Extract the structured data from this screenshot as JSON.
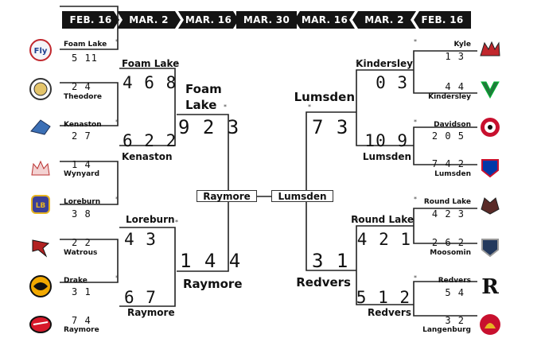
{
  "round_dates": [
    "FEB. 16",
    "MAR. 2",
    "MAR. 16",
    "MAR. 30",
    "MAR. 16",
    "MAR. 2",
    "FEB. 16"
  ],
  "round1": {
    "left": [
      {
        "team": "Foam Lake",
        "score": "5 11",
        "logo": "flyers-logo"
      },
      {
        "team": "Theodore",
        "score": "2 4",
        "logo": "theodore-logo"
      },
      {
        "team": "Kenaston",
        "score": "2 7",
        "logo": "kenaston-logo"
      },
      {
        "team": "Wynyard",
        "score": "1 4",
        "logo": "wynyard-logo"
      },
      {
        "team": "Loreburn",
        "score": "3 8",
        "logo": "loreburn-logo"
      },
      {
        "team": "Watrous",
        "score": "2 2",
        "logo": "watrous-logo"
      },
      {
        "team": "Drake",
        "score": "3 1",
        "logo": "drake-logo"
      },
      {
        "team": "Raymore",
        "score": "7 4",
        "logo": "raymore-logo"
      }
    ],
    "right": [
      {
        "team": "Kyle",
        "score": "1 3",
        "logo": "kyle-logo"
      },
      {
        "team": "Kindersley",
        "score": "4 4",
        "logo": "kindersley-logo"
      },
      {
        "team": "Davidson",
        "score": "2 0 5",
        "logo": "davidson-logo"
      },
      {
        "team": "Lumsden",
        "score": "7 4 2",
        "logo": "lumsden-logo"
      },
      {
        "team": "Round Lake",
        "score": "4 2 3",
        "logo": "roundlake-logo"
      },
      {
        "team": "Moosomin",
        "score": "2 6 2",
        "logo": "moosomin-logo"
      },
      {
        "team": "Redvers",
        "score": "5 4",
        "logo": "redvers-logo"
      },
      {
        "team": "Langenburg",
        "score": "3 2",
        "logo": "langenburg-logo"
      }
    ]
  },
  "round2": {
    "left": [
      {
        "team": "Foam Lake",
        "score": "4 6 8"
      },
      {
        "team": "Kenaston",
        "score": "6 2 2"
      },
      {
        "team": "Loreburn",
        "score": "4 3"
      },
      {
        "team": "Raymore",
        "score": "6 7"
      }
    ],
    "right": [
      {
        "team": "Kindersley",
        "score": "0 3"
      },
      {
        "team": "Lumsden",
        "score": "10 9"
      },
      {
        "team": "Round Lake",
        "score": "4 2 1"
      },
      {
        "team": "Redvers",
        "score": "5 1 2"
      }
    ]
  },
  "semis": {
    "left": [
      {
        "team": "Foam\nLake",
        "score": "9 2 3"
      },
      {
        "team": "Raymore",
        "score": "1 4 4"
      }
    ],
    "right": [
      {
        "team": "Lumsden",
        "score": "7 3"
      },
      {
        "team": "Redvers",
        "score": "3 1"
      }
    ]
  },
  "final": {
    "left": "Raymore",
    "right": "Lumsden"
  },
  "marker": "*",
  "colors": {
    "line": "#222222",
    "chip": "#141414"
  }
}
